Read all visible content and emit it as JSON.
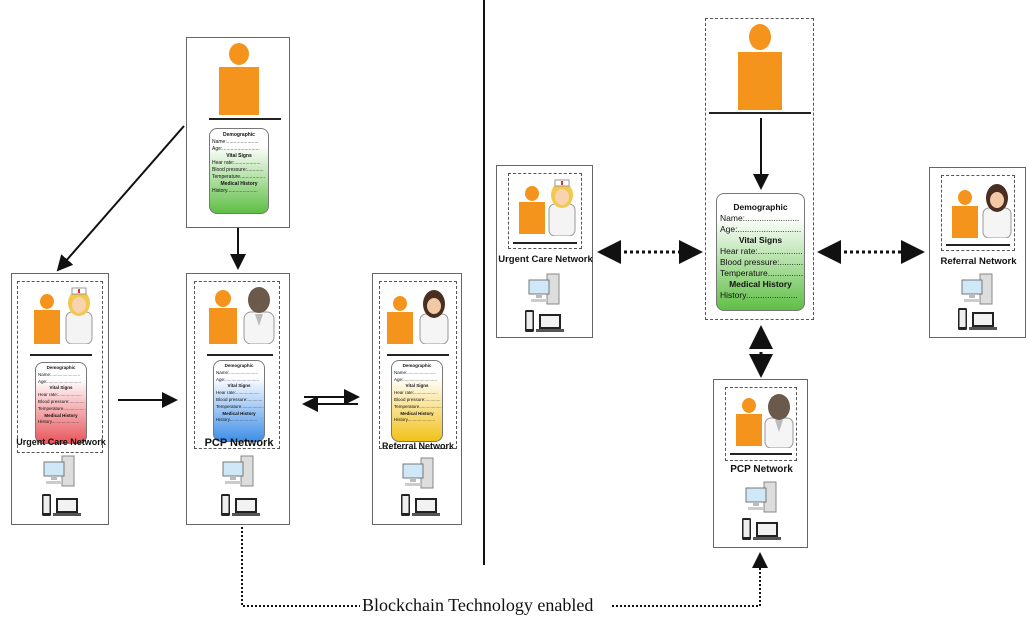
{
  "card": {
    "demographic": "Demographic",
    "name": "Name:.......................",
    "age": "Age:...........................",
    "vital_signs": "Vital Signs",
    "heart_rate": "Hear rate:...................",
    "blood_pressure": "Blood pressure:............",
    "temperature": "Temperature..................",
    "medical_history": "Medical History",
    "history": "History......................"
  },
  "networks": {
    "urgent_care": "Urgent Care Network",
    "pcp": "PCP Network",
    "referral": "Referral Network"
  },
  "caption": "Blockchain Technology enabled",
  "colors": {
    "person": "#f5941d",
    "patient_card": "#5fbf45",
    "urgent_card": "#e8565c",
    "pcp_card": "#3f8fe8",
    "referral_card": "#f2c21a"
  }
}
